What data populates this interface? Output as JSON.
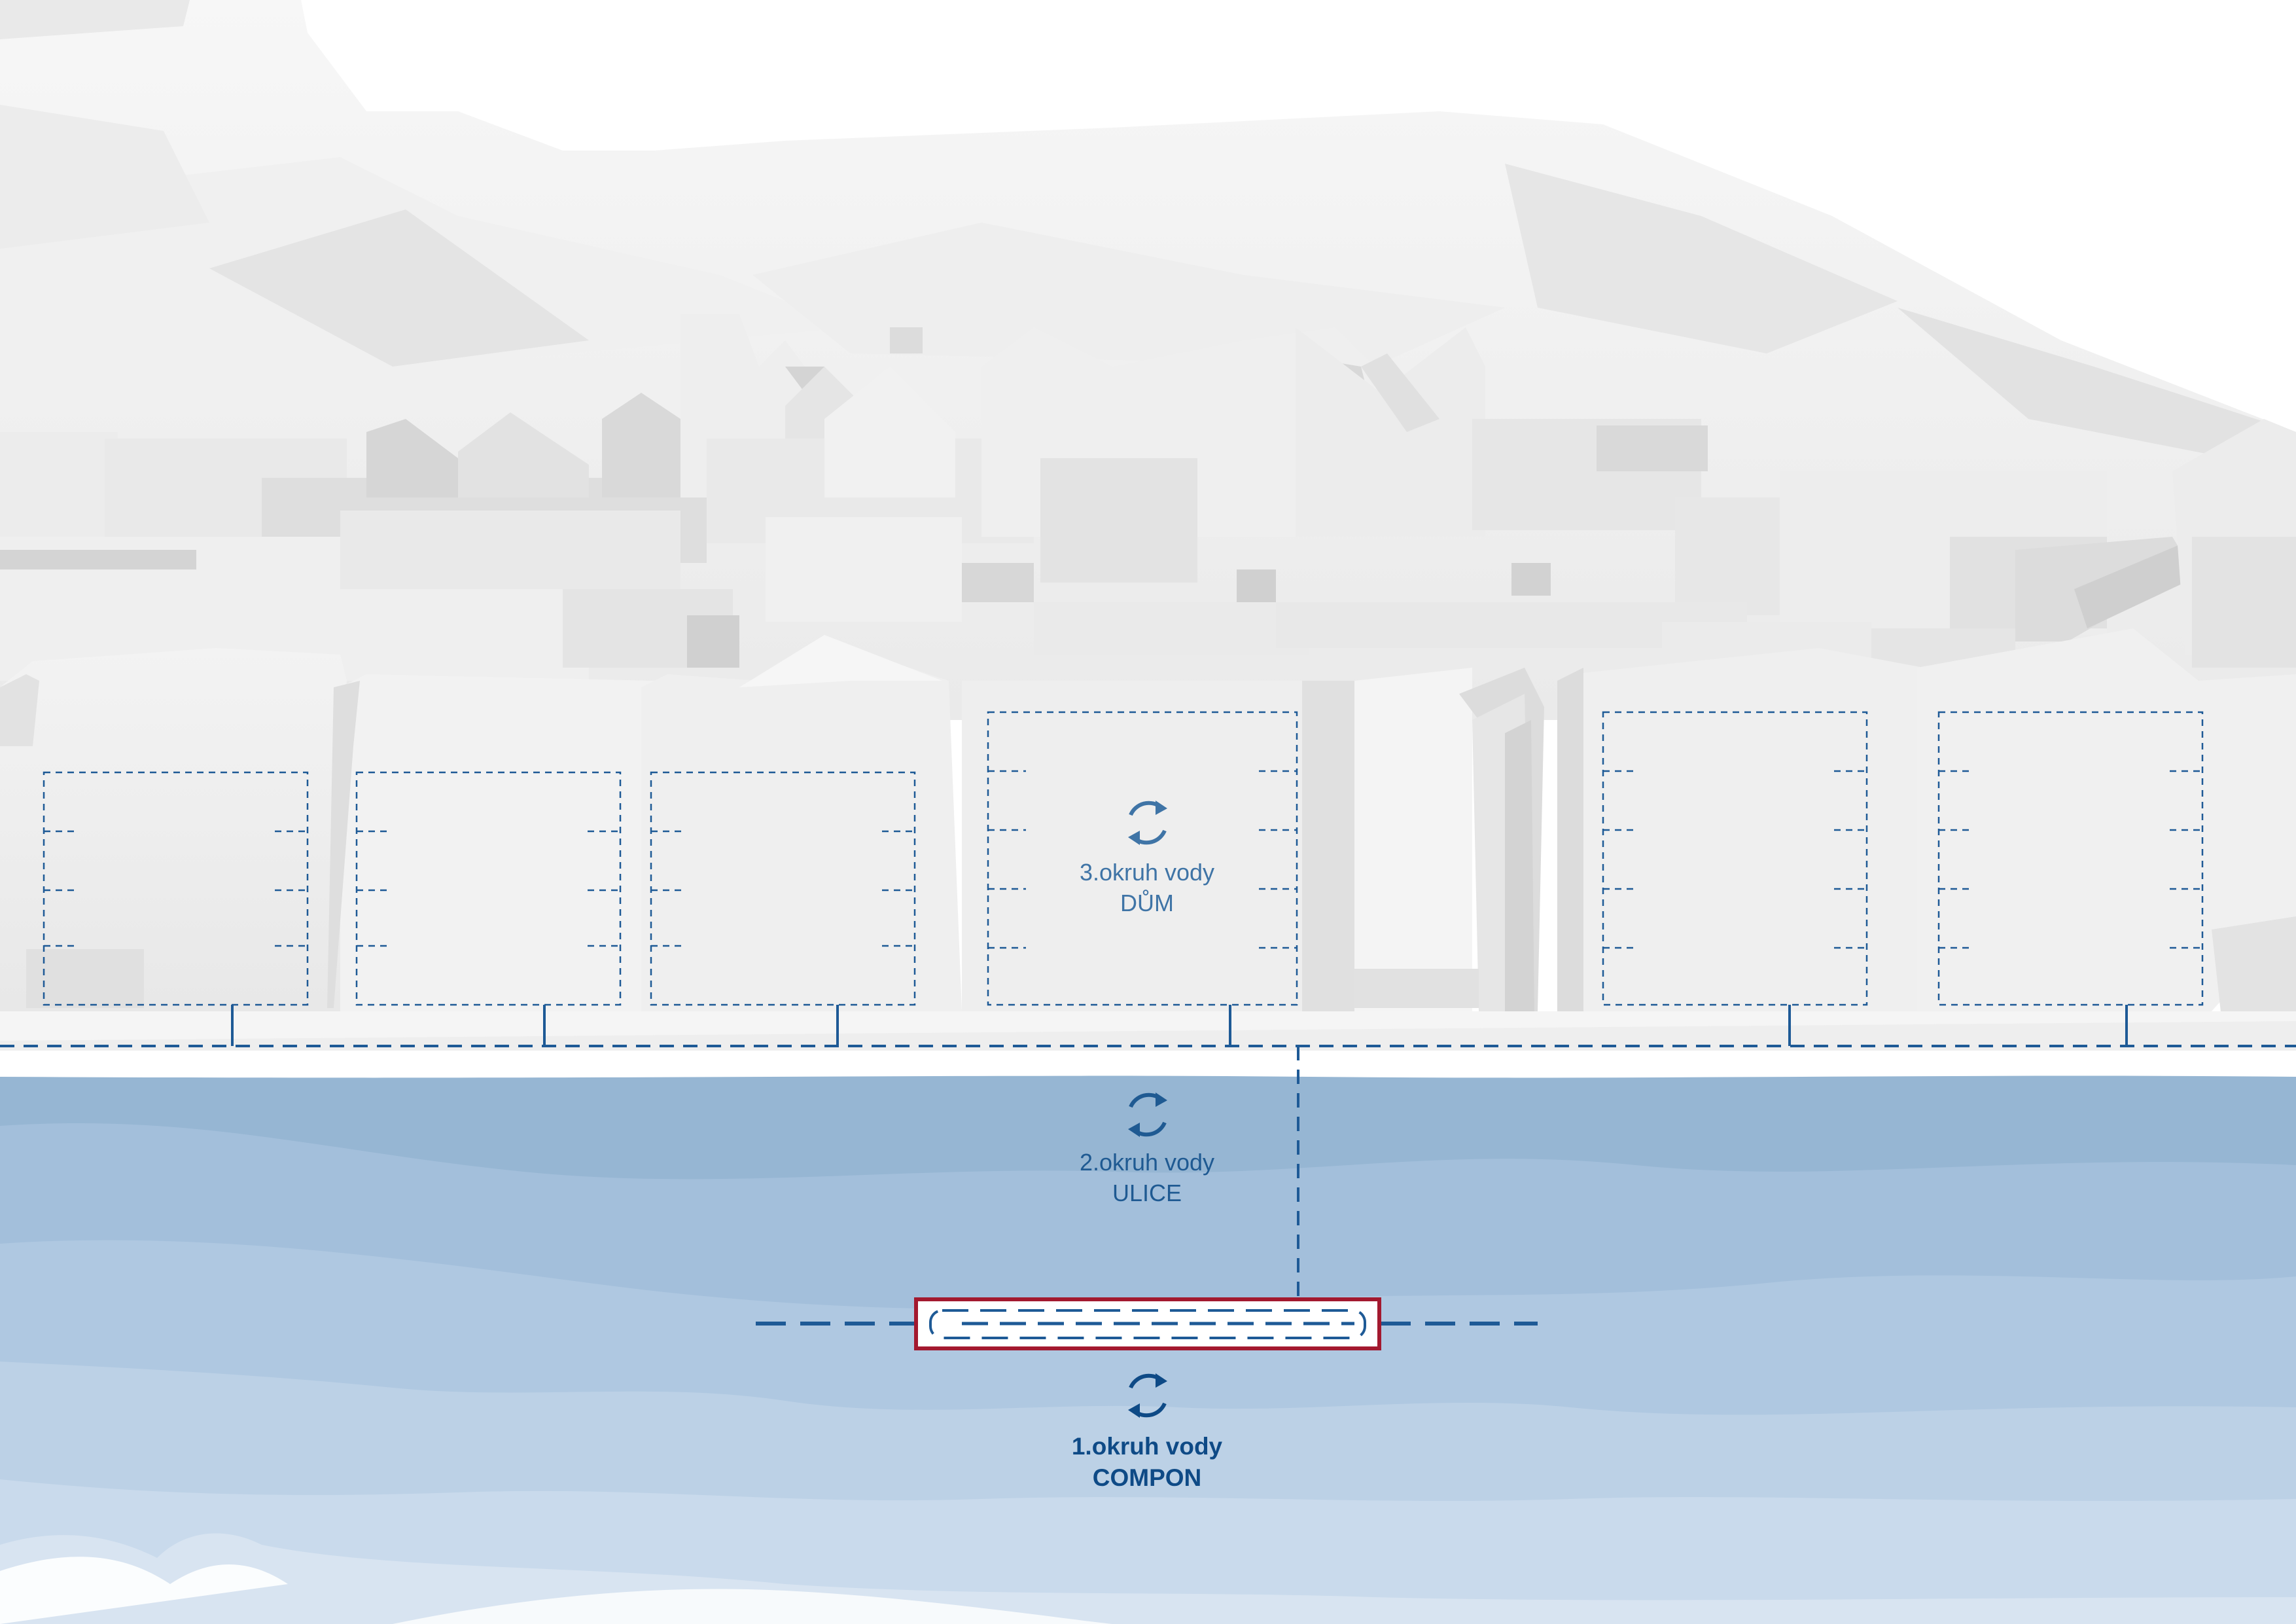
{
  "circuits": [
    {
      "id": "house",
      "line1": "3.okruh vody",
      "line2": "DŮM"
    },
    {
      "id": "street",
      "line1": "2.okruh vody",
      "line2": "ULICE"
    },
    {
      "id": "compon",
      "line1": "1.okruh vody",
      "line2": "COMPON"
    }
  ],
  "colors": {
    "pipe": "#1e5a96",
    "compon_frame": "#a3192f",
    "soil_top": "#96b6d3",
    "soil_mid": "#a8c3de",
    "soil_low": "#bcd1e6",
    "soil_bottom": "#cfdeec",
    "building_light": "#f1f1f1",
    "building_shade": "#dcdcdc"
  },
  "icons": [
    "cycle-arrows-icon"
  ]
}
